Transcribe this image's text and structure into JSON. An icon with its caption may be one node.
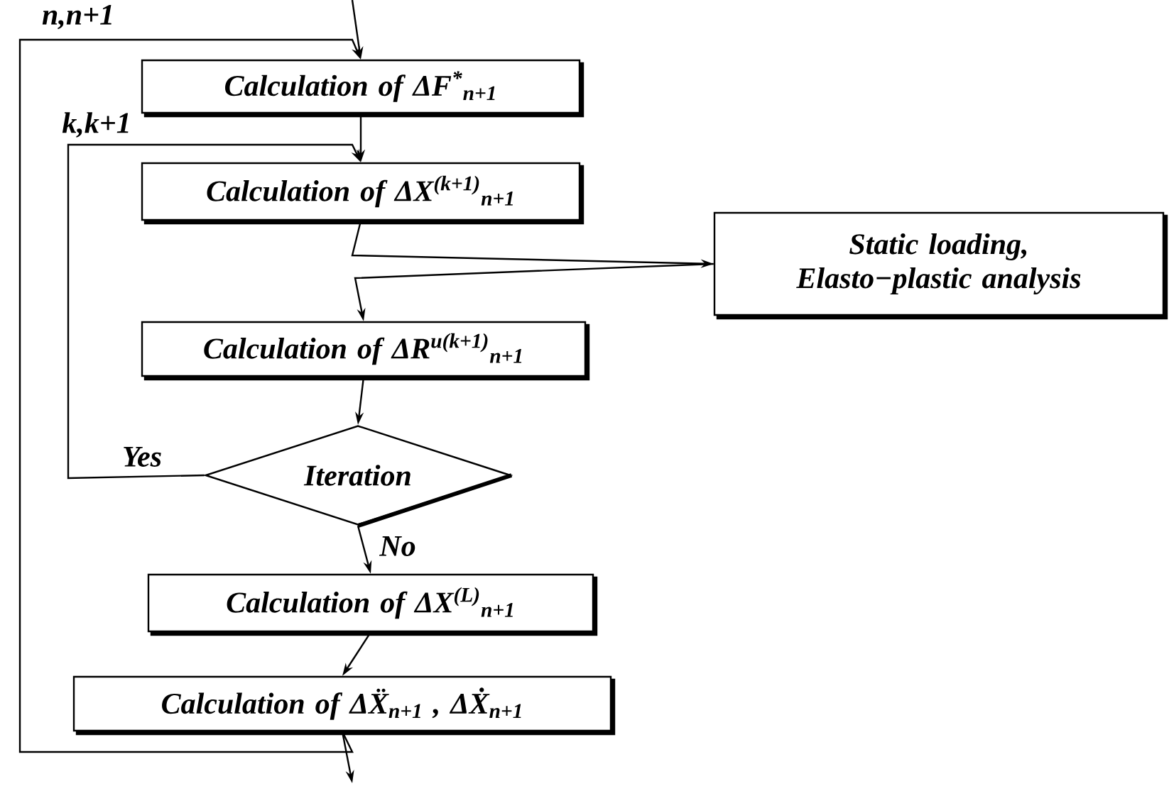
{
  "diagram": {
    "nodes": [
      {
        "text": [
          "Calculation of ΔF$^{*}$$_{n+1}$"
        ]
      },
      {
        "text": [
          "Calculation of ΔX$^{(k+1)}$$_{n+1}$"
        ]
      },
      {
        "text": [
          "Static loading, Elasto−plastic analysis"
        ]
      },
      {
        "text": [
          "Calculation of ΔR$^{u(k+1)}$$_{n+1}$"
        ]
      },
      {
        "text": [
          "Iteration"
        ]
      },
      {
        "text": [
          "Calculation of ΔX$^{(L)}$$_{n+1}$"
        ]
      },
      {
        "text": [
          "Calculation of ΔẌ$_{n+1}$ , ΔẊ$_{n+1}$"
        ]
      }
    ],
    "edges": [
      {
        "from": null,
        "to": 0,
        "arrow": "to"
      },
      {
        "from": 6,
        "to": 0,
        "arrow": "to",
        "label": "n,n+1"
      },
      {
        "from": 0,
        "to": 1,
        "arrow": "to"
      },
      {
        "from": 4,
        "to": 1,
        "arrow": "to",
        "label": "Yes"
      },
      {
        "from": 1,
        "to": 2,
        "arrow": "to"
      },
      {
        "from": 2,
        "to": 3,
        "arrow": "to"
      },
      {
        "from": 3,
        "to": 4,
        "arrow": "to"
      },
      {
        "from": 4,
        "to": 5,
        "arrow": "to",
        "label": "No"
      },
      {
        "from": 5,
        "to": 6,
        "arrow": "to"
      },
      {
        "from": 6,
        "to": null,
        "arrow": "to"
      }
    ],
    "labels": [
      "k,k+1"
    ]
  }
}
